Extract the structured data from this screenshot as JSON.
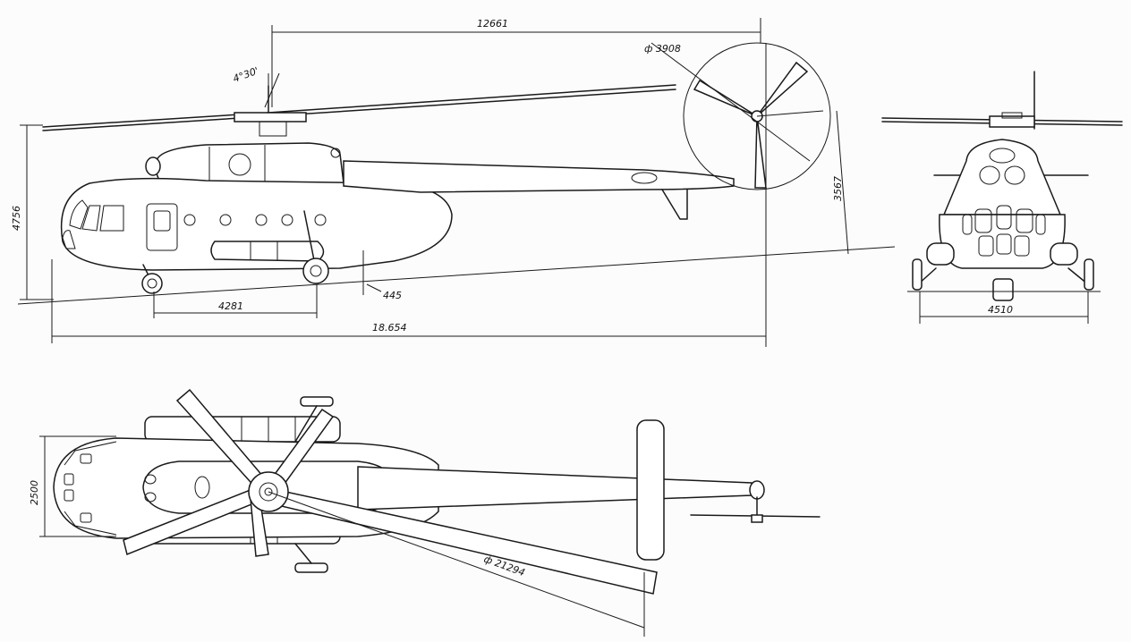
{
  "dimensions": {
    "rotor_hub_to_tail": "12661",
    "tail_rotor_diameter": "ф 3908",
    "rotor_tilt": "4°30'",
    "height_total": "4756",
    "tail_height": "3567",
    "clearance": "445",
    "wheelbase": "4281",
    "length_total": "18.654",
    "front_width": "4510",
    "top_width": "2500",
    "main_rotor_diameter": "ф 21294"
  },
  "colors": {
    "line": "#1a1a1a",
    "paper": "#fcfcfc"
  }
}
